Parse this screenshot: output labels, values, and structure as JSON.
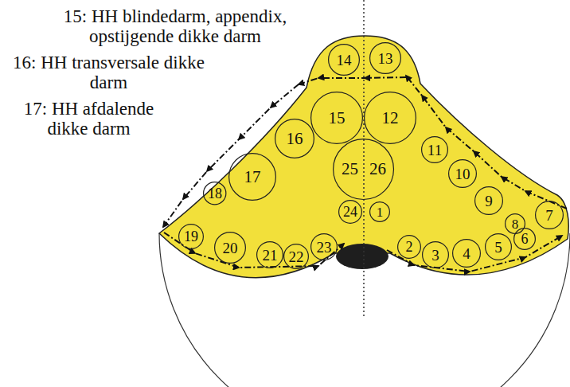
{
  "diagram": {
    "nodes": [
      {
        "text": [
          "1"
        ]
      },
      {
        "text": [
          "2"
        ]
      },
      {
        "text": [
          "3"
        ]
      },
      {
        "text": [
          "4"
        ]
      },
      {
        "text": [
          "5"
        ]
      },
      {
        "text": [
          "6"
        ]
      },
      {
        "text": [
          "7"
        ]
      },
      {
        "text": [
          "8"
        ]
      },
      {
        "text": [
          "9"
        ]
      },
      {
        "text": [
          "10"
        ]
      },
      {
        "text": [
          "11"
        ]
      },
      {
        "text": [
          "12"
        ]
      },
      {
        "text": [
          "13"
        ]
      },
      {
        "text": [
          "14"
        ]
      },
      {
        "text": [
          "15"
        ]
      },
      {
        "text": [
          "16"
        ]
      },
      {
        "text": [
          "17"
        ]
      },
      {
        "text": [
          "18"
        ]
      },
      {
        "text": [
          "19"
        ]
      },
      {
        "text": [
          "20"
        ]
      },
      {
        "text": [
          "21"
        ]
      },
      {
        "text": [
          "22"
        ]
      },
      {
        "text": [
          "23"
        ]
      },
      {
        "text": [
          "24"
        ]
      },
      {
        "text": [
          "25",
          "26"
        ]
      }
    ],
    "labels": [
      "15: HH blindedarm, appendix, opstijgende dikke darm",
      "16: HH transversale dikke darm",
      "17: HH afdalende dikke darm"
    ]
  }
}
